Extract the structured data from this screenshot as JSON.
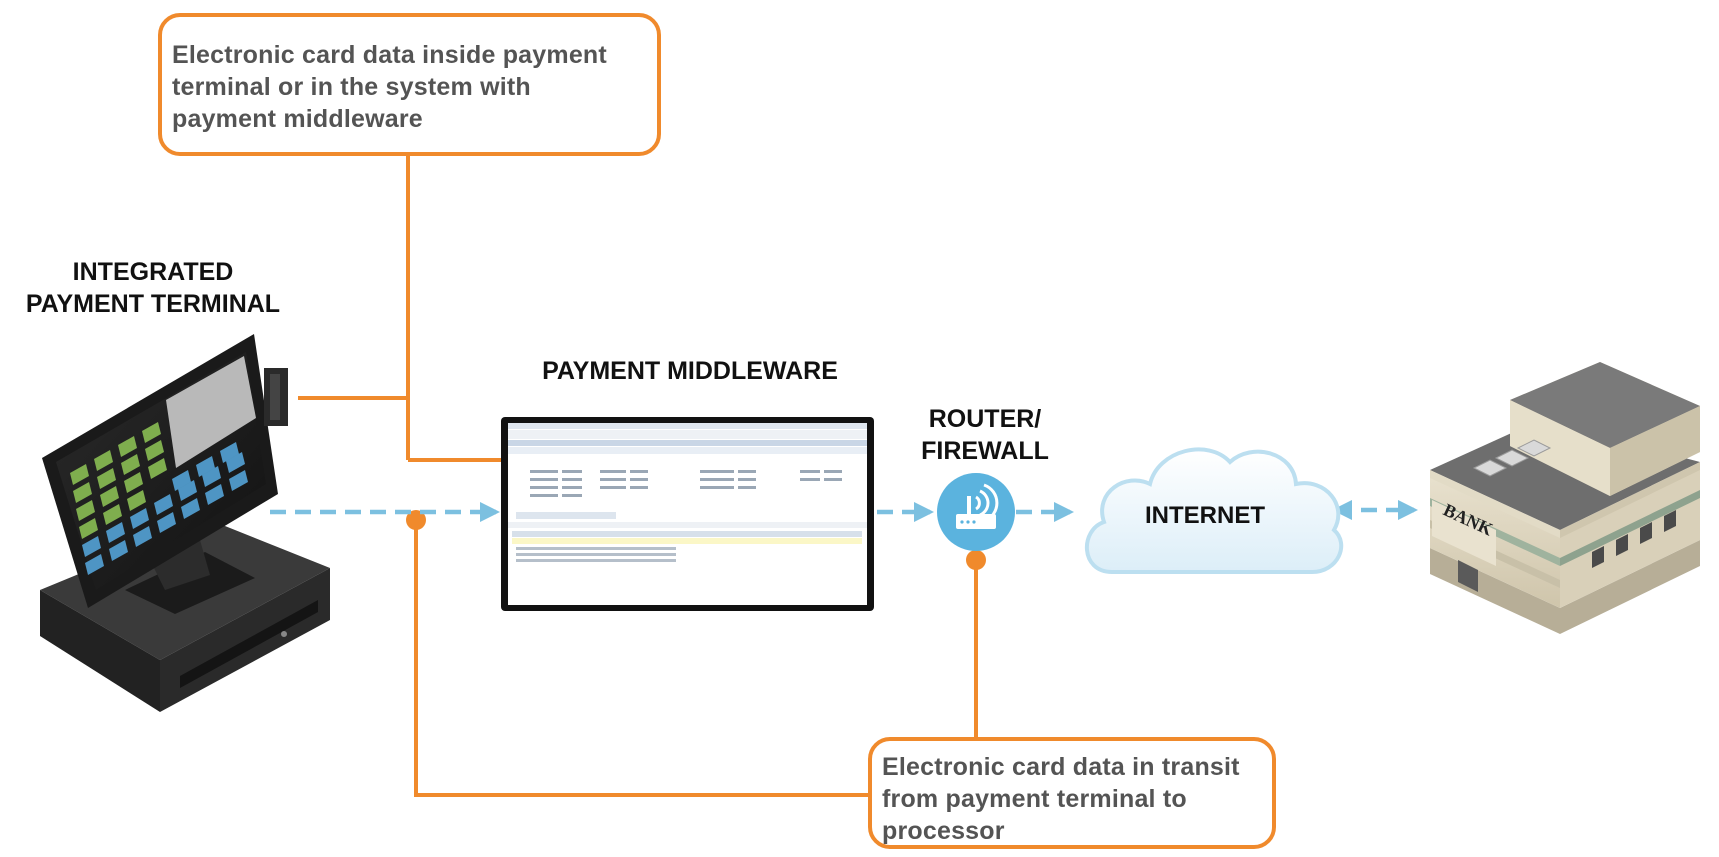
{
  "callouts": {
    "top": {
      "lines": [
        "Electronic card data inside payment",
        "terminal or in the system with",
        "payment middleware"
      ]
    },
    "bottom": {
      "lines": [
        "Electronic card data in transit",
        "from payment terminal to",
        "processor"
      ]
    }
  },
  "labels": {
    "terminal": [
      "INTEGRATED",
      "PAYMENT TERMINAL"
    ],
    "middleware": "PAYMENT MIDDLEWARE",
    "router": [
      "ROUTER/",
      "FIREWALL"
    ],
    "internet": "INTERNET",
    "bank_sign": "BANK"
  },
  "colors": {
    "callout_orange": "#f08a2c",
    "flow_blue": "#7cc0e0",
    "router_blue": "#5bb3de",
    "cloud_fill": "#eef6fb",
    "cloud_stroke": "#bcdff0"
  },
  "icons": {
    "terminal": "pos-terminal-icon",
    "middleware": "middleware-screen-icon",
    "router": "wifi-router-icon",
    "internet": "cloud-icon",
    "bank": "bank-building-icon"
  }
}
